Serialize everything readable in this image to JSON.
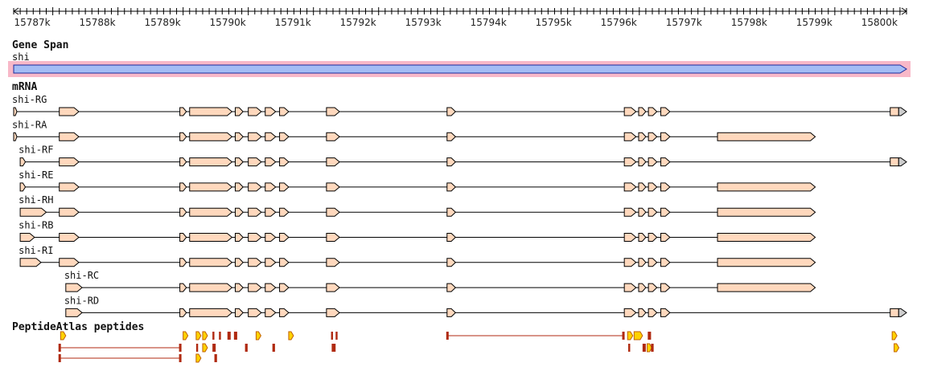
{
  "ruler": {
    "start": 15786.4,
    "end": 15800.1,
    "ticks": [
      {
        "value": 15787,
        "label": "15787k"
      },
      {
        "value": 15788,
        "label": "15788k"
      },
      {
        "value": 15789,
        "label": "15789k"
      },
      {
        "value": 15790,
        "label": "15790k"
      },
      {
        "value": 15791,
        "label": "15791k"
      },
      {
        "value": 15792,
        "label": "15792k"
      },
      {
        "value": 15793,
        "label": "15793k"
      },
      {
        "value": 15794,
        "label": "15794k"
      },
      {
        "value": 15795,
        "label": "15795k"
      },
      {
        "value": 15796,
        "label": "15796k"
      },
      {
        "value": 15797,
        "label": "15797k"
      },
      {
        "value": 15798,
        "label": "15798k"
      },
      {
        "value": 15799,
        "label": "15799k"
      },
      {
        "value": 15800,
        "label": "15800k"
      }
    ]
  },
  "tracks": {
    "gene_span_title": "Gene Span",
    "mrna_title": "mRNA",
    "peptides_title": "PeptideAtlas peptides"
  },
  "gene": {
    "label": "shi",
    "start": 15786.4,
    "end": 15800.1,
    "color": "#a4bdf5",
    "highlight": "#f8b8c8"
  },
  "colors": {
    "exon": "#ffd8bd",
    "utr": "#cccccc",
    "peptide_fill": "#ffd200",
    "peptide_line": "#b02a10"
  },
  "transcripts": [
    {
      "label": "shi-RG",
      "start": 15786.4,
      "end": 15800.1,
      "exons": [
        [
          15786.4,
          15786.45
        ],
        [
          15787.1,
          15787.4
        ],
        [
          15788.95,
          15789.05
        ],
        [
          15789.1,
          15789.75
        ],
        [
          15789.8,
          15789.92
        ],
        [
          15790.0,
          15790.2
        ],
        [
          15790.26,
          15790.42
        ],
        [
          15790.48,
          15790.62
        ],
        [
          15791.2,
          15791.4
        ],
        [
          15793.05,
          15793.18
        ],
        [
          15795.77,
          15795.95
        ],
        [
          15795.99,
          15796.1
        ],
        [
          15796.14,
          15796.27
        ],
        [
          15796.33,
          15796.47
        ],
        [
          15799.85,
          15800.1
        ]
      ],
      "utr": [
        [
          15799.98,
          15800.1
        ]
      ]
    },
    {
      "label": "shi-RA",
      "start": 15786.4,
      "end": 15798.7,
      "exons": [
        [
          15786.4,
          15786.45
        ],
        [
          15787.1,
          15787.4
        ],
        [
          15788.95,
          15789.05
        ],
        [
          15789.1,
          15789.75
        ],
        [
          15789.8,
          15789.92
        ],
        [
          15790.0,
          15790.2
        ],
        [
          15790.26,
          15790.42
        ],
        [
          15790.48,
          15790.62
        ],
        [
          15791.2,
          15791.4
        ],
        [
          15793.05,
          15793.18
        ],
        [
          15795.77,
          15795.95
        ],
        [
          15795.99,
          15796.1
        ],
        [
          15796.14,
          15796.27
        ],
        [
          15796.33,
          15796.47
        ],
        [
          15797.2,
          15798.7
        ]
      ],
      "utr": []
    },
    {
      "label": "shi-RF",
      "start": 15786.5,
      "end": 15800.1,
      "exons": [
        [
          15786.5,
          15786.58
        ],
        [
          15787.1,
          15787.4
        ],
        [
          15788.95,
          15789.05
        ],
        [
          15789.1,
          15789.75
        ],
        [
          15789.8,
          15789.92
        ],
        [
          15790.0,
          15790.2
        ],
        [
          15790.26,
          15790.42
        ],
        [
          15790.48,
          15790.62
        ],
        [
          15791.2,
          15791.4
        ],
        [
          15793.05,
          15793.18
        ],
        [
          15795.77,
          15795.95
        ],
        [
          15795.99,
          15796.1
        ],
        [
          15796.14,
          15796.27
        ],
        [
          15796.33,
          15796.47
        ],
        [
          15799.85,
          15800.1
        ]
      ],
      "utr": [
        [
          15799.98,
          15800.1
        ]
      ]
    },
    {
      "label": "shi-RE",
      "start": 15786.5,
      "end": 15798.7,
      "exons": [
        [
          15786.5,
          15786.58
        ],
        [
          15787.1,
          15787.4
        ],
        [
          15788.95,
          15789.05
        ],
        [
          15789.1,
          15789.75
        ],
        [
          15789.8,
          15789.92
        ],
        [
          15790.0,
          15790.2
        ],
        [
          15790.26,
          15790.42
        ],
        [
          15790.48,
          15790.62
        ],
        [
          15791.2,
          15791.4
        ],
        [
          15793.05,
          15793.18
        ],
        [
          15795.77,
          15795.95
        ],
        [
          15795.99,
          15796.1
        ],
        [
          15796.14,
          15796.27
        ],
        [
          15796.33,
          15796.47
        ],
        [
          15797.2,
          15798.7
        ]
      ],
      "utr": []
    },
    {
      "label": "shi-RH",
      "start": 15786.5,
      "end": 15798.7,
      "exons": [
        [
          15786.5,
          15786.9
        ],
        [
          15787.1,
          15787.4
        ],
        [
          15788.95,
          15789.05
        ],
        [
          15789.1,
          15789.75
        ],
        [
          15789.8,
          15789.92
        ],
        [
          15790.0,
          15790.2
        ],
        [
          15790.26,
          15790.42
        ],
        [
          15790.48,
          15790.62
        ],
        [
          15791.2,
          15791.4
        ],
        [
          15793.05,
          15793.18
        ],
        [
          15795.77,
          15795.95
        ],
        [
          15795.99,
          15796.1
        ],
        [
          15796.14,
          15796.27
        ],
        [
          15796.33,
          15796.47
        ],
        [
          15797.2,
          15798.7
        ]
      ],
      "utr": []
    },
    {
      "label": "shi-RB",
      "start": 15786.5,
      "end": 15798.7,
      "exons": [
        [
          15786.5,
          15786.72
        ],
        [
          15787.1,
          15787.4
        ],
        [
          15788.95,
          15789.05
        ],
        [
          15789.1,
          15789.75
        ],
        [
          15789.8,
          15789.92
        ],
        [
          15790.0,
          15790.2
        ],
        [
          15790.26,
          15790.42
        ],
        [
          15790.48,
          15790.62
        ],
        [
          15791.2,
          15791.4
        ],
        [
          15793.05,
          15793.18
        ],
        [
          15795.77,
          15795.95
        ],
        [
          15795.99,
          15796.1
        ],
        [
          15796.14,
          15796.27
        ],
        [
          15796.33,
          15796.47
        ],
        [
          15797.2,
          15798.7
        ]
      ],
      "utr": []
    },
    {
      "label": "shi-RI",
      "start": 15786.5,
      "end": 15798.7,
      "exons": [
        [
          15786.5,
          15786.82
        ],
        [
          15787.1,
          15787.4
        ],
        [
          15788.95,
          15789.05
        ],
        [
          15789.1,
          15789.75
        ],
        [
          15789.8,
          15789.92
        ],
        [
          15790.0,
          15790.2
        ],
        [
          15790.26,
          15790.42
        ],
        [
          15790.48,
          15790.62
        ],
        [
          15791.2,
          15791.4
        ],
        [
          15793.05,
          15793.18
        ],
        [
          15795.77,
          15795.95
        ],
        [
          15795.99,
          15796.1
        ],
        [
          15796.14,
          15796.27
        ],
        [
          15796.33,
          15796.47
        ],
        [
          15797.2,
          15798.7
        ]
      ],
      "utr": []
    },
    {
      "label": "shi-RC",
      "start": 15787.2,
      "end": 15798.7,
      "exons": [
        [
          15787.2,
          15787.45
        ],
        [
          15788.95,
          15789.05
        ],
        [
          15789.1,
          15789.75
        ],
        [
          15789.8,
          15789.92
        ],
        [
          15790.0,
          15790.2
        ],
        [
          15790.26,
          15790.42
        ],
        [
          15790.48,
          15790.62
        ],
        [
          15791.2,
          15791.4
        ],
        [
          15793.05,
          15793.18
        ],
        [
          15795.77,
          15795.95
        ],
        [
          15795.99,
          15796.1
        ],
        [
          15796.14,
          15796.27
        ],
        [
          15796.33,
          15796.47
        ],
        [
          15797.2,
          15798.7
        ]
      ],
      "utr": []
    },
    {
      "label": "shi-RD",
      "start": 15787.2,
      "end": 15800.1,
      "exons": [
        [
          15787.2,
          15787.45
        ],
        [
          15788.95,
          15789.05
        ],
        [
          15789.1,
          15789.75
        ],
        [
          15789.8,
          15789.92
        ],
        [
          15790.0,
          15790.2
        ],
        [
          15790.26,
          15790.42
        ],
        [
          15790.48,
          15790.62
        ],
        [
          15791.2,
          15791.4
        ],
        [
          15793.05,
          15793.18
        ],
        [
          15795.77,
          15795.95
        ],
        [
          15795.99,
          15796.1
        ],
        [
          15796.14,
          15796.27
        ],
        [
          15796.33,
          15796.47
        ],
        [
          15799.85,
          15800.1
        ]
      ],
      "utr": [
        [
          15799.98,
          15800.1
        ]
      ]
    }
  ],
  "peptides": [
    {
      "row": 0,
      "start": 15787.12,
      "end": 15787.2,
      "kind": "fill"
    },
    {
      "row": 0,
      "start": 15789.0,
      "end": 15789.06,
      "kind": "fill"
    },
    {
      "row": 0,
      "start": 15789.2,
      "end": 15789.26,
      "kind": "fill"
    },
    {
      "row": 0,
      "start": 15789.3,
      "end": 15789.36,
      "kind": "fill"
    },
    {
      "row": 0,
      "start": 15789.45,
      "end": 15789.48,
      "kind": "bar"
    },
    {
      "row": 0,
      "start": 15789.55,
      "end": 15789.58,
      "kind": "bar"
    },
    {
      "row": 0,
      "start": 15789.68,
      "end": 15789.73,
      "kind": "bar"
    },
    {
      "row": 0,
      "start": 15789.78,
      "end": 15789.83,
      "kind": "bar"
    },
    {
      "row": 0,
      "start": 15790.12,
      "end": 15790.18,
      "kind": "fill"
    },
    {
      "row": 0,
      "start": 15790.62,
      "end": 15790.68,
      "kind": "fill"
    },
    {
      "row": 0,
      "start": 15791.27,
      "end": 15791.3,
      "kind": "bar"
    },
    {
      "row": 0,
      "start": 15791.34,
      "end": 15791.37,
      "kind": "bar"
    },
    {
      "row": 0,
      "start": 15793.05,
      "end": 15795.75,
      "kind": "span"
    },
    {
      "row": 0,
      "start": 15795.82,
      "end": 15795.9,
      "kind": "fill"
    },
    {
      "row": 0,
      "start": 15795.92,
      "end": 15796.05,
      "kind": "fill"
    },
    {
      "row": 0,
      "start": 15796.13,
      "end": 15796.18,
      "kind": "bar"
    },
    {
      "row": 0,
      "start": 15799.88,
      "end": 15799.94,
      "kind": "fill"
    },
    {
      "row": 1,
      "start": 15787.1,
      "end": 15788.95,
      "kind": "span"
    },
    {
      "row": 1,
      "start": 15789.2,
      "end": 15789.23,
      "kind": "bar"
    },
    {
      "row": 1,
      "start": 15789.3,
      "end": 15789.36,
      "kind": "fill"
    },
    {
      "row": 1,
      "start": 15789.45,
      "end": 15789.5,
      "kind": "bar"
    },
    {
      "row": 1,
      "start": 15789.95,
      "end": 15789.99,
      "kind": "bar"
    },
    {
      "row": 1,
      "start": 15790.37,
      "end": 15790.41,
      "kind": "bar"
    },
    {
      "row": 1,
      "start": 15791.28,
      "end": 15791.34,
      "kind": "bar"
    },
    {
      "row": 1,
      "start": 15795.83,
      "end": 15795.86,
      "kind": "bar"
    },
    {
      "row": 1,
      "start": 15796.05,
      "end": 15796.1,
      "kind": "bar"
    },
    {
      "row": 1,
      "start": 15796.12,
      "end": 15796.16,
      "kind": "fill"
    },
    {
      "row": 1,
      "start": 15796.18,
      "end": 15796.22,
      "kind": "bar"
    },
    {
      "row": 1,
      "start": 15799.91,
      "end": 15799.96,
      "kind": "fill"
    },
    {
      "row": 2,
      "start": 15787.1,
      "end": 15788.95,
      "kind": "span"
    },
    {
      "row": 2,
      "start": 15789.2,
      "end": 15789.26,
      "kind": "fill"
    },
    {
      "row": 2,
      "start": 15789.48,
      "end": 15789.52,
      "kind": "bar"
    }
  ]
}
